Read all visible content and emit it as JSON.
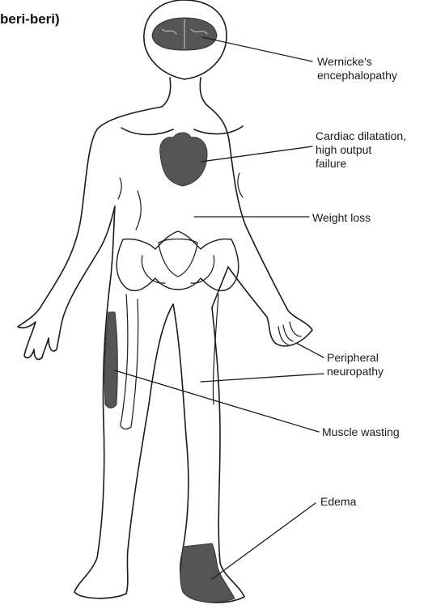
{
  "caption": "beri-beri)",
  "labels": {
    "wernicke": [
      "Wernicke's",
      "encephalopathy"
    ],
    "cardiac": [
      "Cardiac dilatation,",
      "high output",
      "failure"
    ],
    "weight": [
      "Weight loss"
    ],
    "neuropathy": [
      "Peripheral",
      "neuropathy"
    ],
    "muscle": [
      "Muscle wasting"
    ],
    "edema": [
      "Edema"
    ]
  },
  "colors": {
    "outline": "#1a1a1a",
    "shaded_organ": "#555555",
    "background": "#ffffff"
  }
}
